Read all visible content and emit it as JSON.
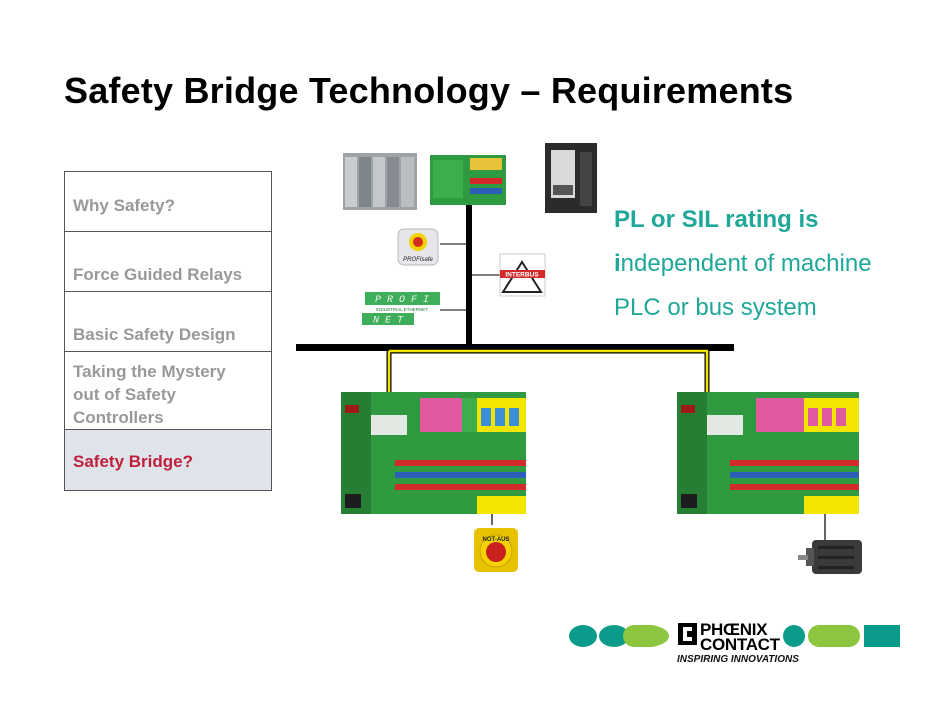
{
  "slide": {
    "title": "Safety Bridge Technology – Requirements"
  },
  "nav": {
    "items": [
      {
        "label": "Why Safety?"
      },
      {
        "label": "Force Guided Relays"
      },
      {
        "label": "Basic Safety Design"
      },
      {
        "label_lines": [
          "Taking the Mystery",
          "out of Safety",
          "Controllers"
        ]
      },
      {
        "label": "Safety Bridge?"
      }
    ],
    "active_index": 4
  },
  "statement": {
    "line1": "PL or SIL rating is",
    "line2_first": "i",
    "line2_rest": "ndependent of machine",
    "line3": "PLC or bus system"
  },
  "diagram": {
    "profisafe_label": "PROFIsafe",
    "interbus_label": "INTERBUS",
    "profinet_top": "P R O F I",
    "profinet_bottom": "N E T",
    "profinet_sub": "INDUSTRIAL ETHERNET",
    "estop_label": "NOT-AUS"
  },
  "brand": {
    "name_line1": "PHŒNIX",
    "name_line2": "CONTACT",
    "tagline": "INSPIRING INNOVATIONS"
  },
  "colors": {
    "accent_teal": "#1fa89a",
    "module_green": "#2f9a3f",
    "brand_green": "#8cc63f",
    "brand_teal": "#0b9b8a",
    "active_nav_text": "#c0203c"
  }
}
